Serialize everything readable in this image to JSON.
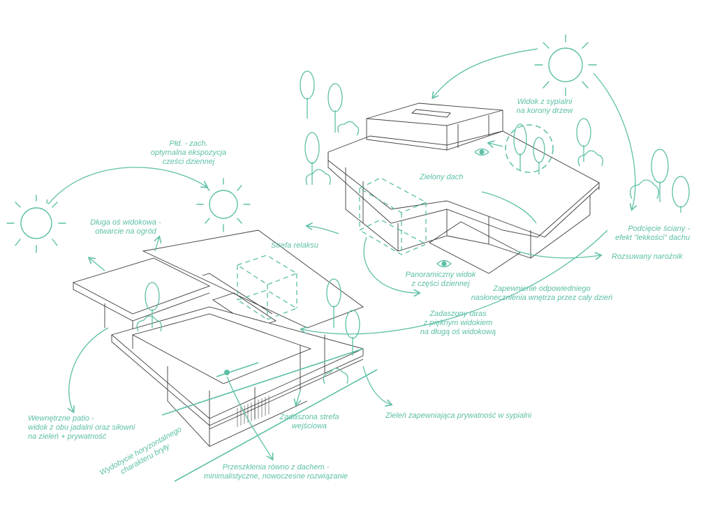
{
  "theme": {
    "line": "#3a3a3a",
    "accent": "#5cbfa6"
  },
  "annotations": {
    "sw_exposure": "Płd. - zach.\noptymalna ekspozycja\ncześci dziennej",
    "view_axis": "Długa oś widokowa -\notwarcie na ogród",
    "relax_zone": "Strefa relaksu",
    "bedroom_view": "Widok z sypialni\nna korony drzew",
    "green_roof": "Zielony dach",
    "wall_undercut": "Podcięcie ściany -\nefekt \"lekkości\" dachu",
    "sliding_corner": "Rozsuwany narożnik",
    "panoramic_view": "Panoramiczny widok\nz części dziennej",
    "sunlight": "Zapewnienie odpowiedniego\nnasłonecznienia wnętrza przez cały dzień",
    "covered_terrace": "Zadaszony taras\nz pięknym widokiem\nna długą oś widokową",
    "bedroom_privacy": "Zieleń zapewniająca prywatność w sypialni",
    "inner_patio": "Wewnętrzne patio -\nwidok z obu jadalni oraz siłowni\nna zieleń + prywatność",
    "covered_entrance": "Zadaszona strefa\nwejściowa",
    "horizontal_character": "Wydobycie horyzontalnego\ncharakteru bryły",
    "flush_glazing": "Przeszklenia równo z dachem -\nminimalistyczne, nowoczesne rozwiązanie"
  }
}
